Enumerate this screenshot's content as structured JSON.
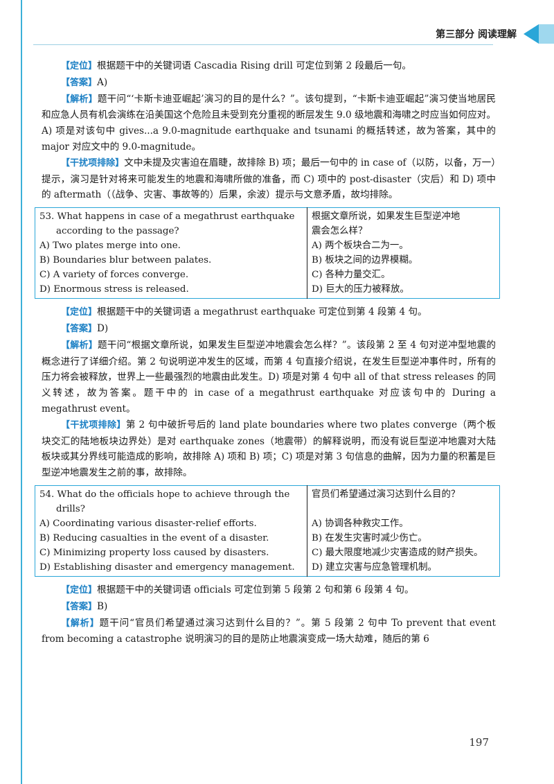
{
  "header": {
    "section": "第三部分  阅读理解"
  },
  "tags": {
    "locate": "【定位】",
    "answer": "【答案】",
    "analysis": "【解析】",
    "distractor": "【干扰项排除】"
  },
  "q52": {
    "locate": "根据题干中的关键词语 Cascadia Rising drill 可定位到第 2 段最后一句。",
    "answer": "A)",
    "analysis": "题干问“‘卡斯卡迪亚崛起’演习的目的是什么？”。该句提到，“卡斯卡迪亚崛起”演习使当地居民和应急人员有机会演练在沿美国这个危险且未受到充分重视的断层发生 9.0 级地震和海啸之时应当如何应对。A) 项是对该句中 gives...a 9.0-magnitude earthquake and tsunami 的概括转述，故为答案，其中的 major 对应文中的 9.0-magnitude。",
    "distractor": "文中未提及灾害迫在眉睫，故排除 B) 项；最后一句中的 in case of（以防，以备，万一）提示，演习是针对将来可能发生的地震和海啸所做的准备，而 C) 项中的 post-disaster（灾后）和 D) 项中的 aftermath（（战争、灾害、事故等的）后果，余波）提示与文意矛盾，故均排除。"
  },
  "q53": {
    "question_en_1": "53. What happens in case of a megathrust earthquake",
    "question_en_2": "according to the passage?",
    "question_cn_1": "根据文章所说，如果发生巨型逆冲地",
    "question_cn_2": "震会怎么样？",
    "options_en": [
      "A) Two plates merge into one.",
      "B) Boundaries blur between palates.",
      "C) A variety of forces converge.",
      "D) Enormous stress is released."
    ],
    "options_cn": [
      "A) 两个板块合二为一。",
      "B) 板块之间的边界模糊。",
      "C) 各种力量交汇。",
      "D) 巨大的压力被释放。"
    ],
    "locate": "根据题干中的关键词语 a megathrust earthquake 可定位到第 4 段第 4 句。",
    "answer": "D)",
    "analysis": "题干问“根据文章所说，如果发生巨型逆冲地震会怎么样？”。该段第 2 至 4 句对逆冲型地震的概念进行了详细介绍。第 2 句说明逆冲发生的区域，而第 4 句直接介绍说，在发生巨型逆冲事件时，所有的压力将会被释放，世界上一些最强烈的地震由此发生。D) 项是对第 4 句中 all of that stress releases 的同义转述，故为答案。题干中的 in case of a megathrust earthquake 对应该句中的 During a megathrust event。",
    "distractor": "第 2 句中破折号后的 land plate boundaries where two plates converge（两个板块交汇的陆地板块边界处）是对 earthquake zones（地震带）的解释说明，而没有说巨型逆冲地震对大陆板块或其分界线可能造成的影响，故排除 A) 项和 B) 项；C) 项是对第 3 句信息的曲解，因为力量的积蓄是巨型逆冲地震发生之前的事，故排除。"
  },
  "q54": {
    "question_en_1": "54. What do the officials hope to achieve through the",
    "question_en_2": "drills?",
    "question_cn_1": "官员们希望通过演习达到什么目的？",
    "options_en": [
      "A) Coordinating various disaster-relief efforts.",
      "B) Reducing casualties in the event of a disaster.",
      "C) Minimizing property loss caused by disasters.",
      "D) Establishing disaster and emergency management."
    ],
    "options_cn": [
      "A) 协调各种救灾工作。",
      "B) 在发生灾害时减少伤亡。",
      "C) 最大限度地减少灾害造成的财产损失。",
      "D) 建立灾害与应急管理机制。"
    ],
    "locate": "根据题干中的关键词语 officials 可定位到第 5 段第 2 句和第 6 段第 4 句。",
    "answer": "B)",
    "analysis": "题干问“官员们希望通过演习达到什么目的？”。第 5 段第 2 句中 To prevent that event from becoming a catastrophe 说明演习的目的是防止地震演变成一场大劫难，随后的第 6"
  },
  "page_number": "197"
}
